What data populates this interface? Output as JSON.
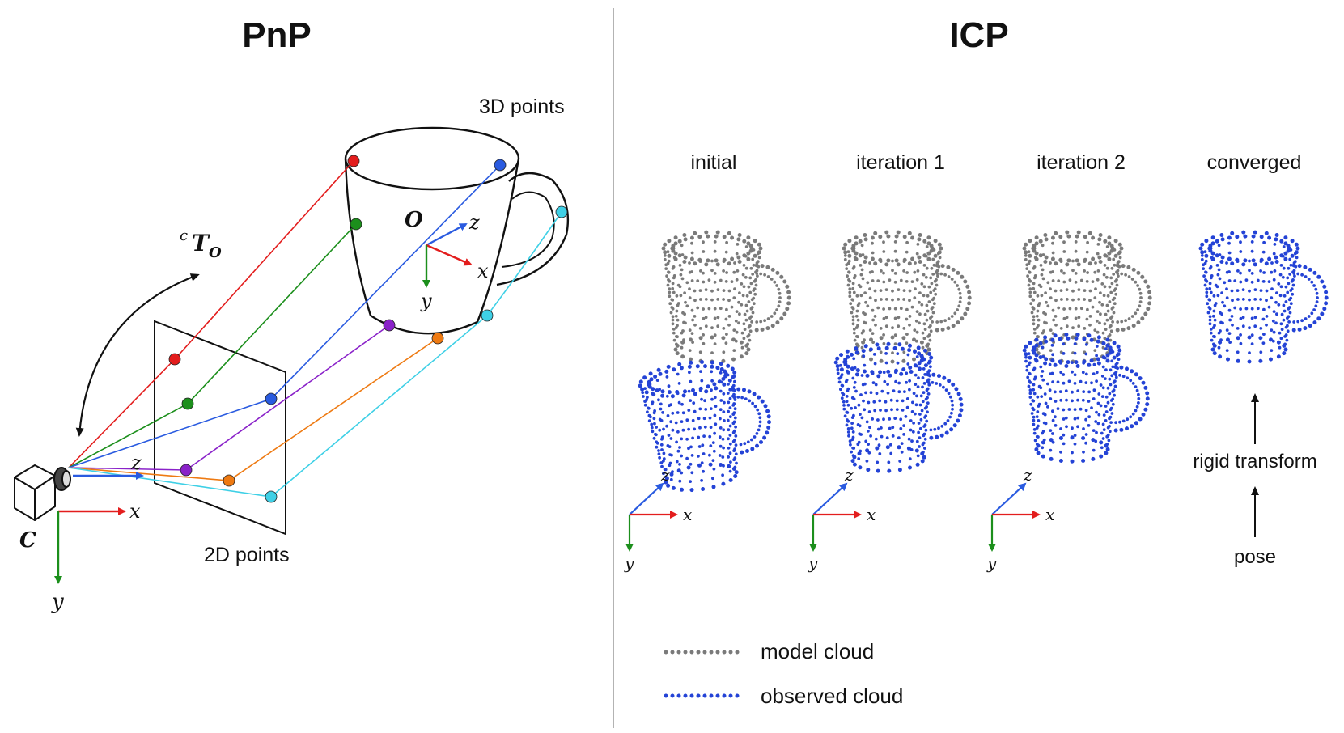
{
  "pnp": {
    "title": "PnP",
    "label_3d": "3D points",
    "label_2d": "2D points",
    "transform_super": "c",
    "transform_main": "T",
    "transform_sub": "O",
    "camera_label": "C",
    "object_label": "O",
    "axis_x": "x",
    "axis_y": "y",
    "axis_z": "z"
  },
  "icp": {
    "title": "ICP",
    "stages": [
      "initial",
      "iteration 1",
      "iteration 2",
      "converged"
    ],
    "axis_x": "x",
    "axis_y": "y",
    "axis_z": "z",
    "flow_label_1": "rigid transform",
    "flow_label_2": "pose"
  },
  "legend": {
    "model_label": "model cloud",
    "observed_label": "observed cloud"
  },
  "colors": {
    "red": "#e31d1d",
    "green": "#1c8f1c",
    "blue": "#2a5be0",
    "purple": "#8a22c9",
    "orange": "#ee7a12",
    "cyan": "#3fd0e6",
    "model_cloud": "#7a7a7a",
    "observed_cloud": "#2443d6",
    "divider": "#9a9a9a"
  }
}
